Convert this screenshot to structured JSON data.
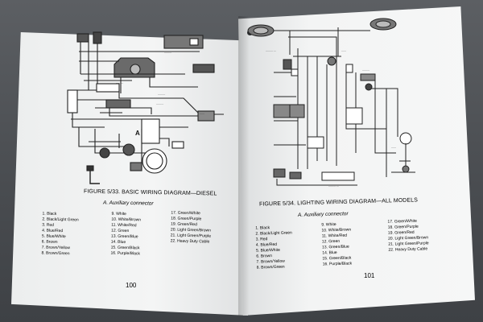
{
  "left_page": {
    "caption": "FIGURE 5/33. BASIC WIRING DIAGRAM—DIESEL",
    "connector_heading": "A.  Auxiliary connector",
    "legend_col1": [
      "1.  Black",
      "2.  Black/Light Green",
      "3.  Red",
      "4.  Blue/Red",
      "5.  Blue/White",
      "6.  Brown",
      "7.  Brown/Yellow",
      "8.  Brown/Green"
    ],
    "legend_col2": [
      "9.  White",
      "10.  White/Brown",
      "11.  White/Red",
      "12.  Green",
      "13.  Green/Blue",
      "14.  Blue",
      "15.  Green/Black",
      "16.  Purple/Black"
    ],
    "legend_col3": [
      "17.  Green/White",
      "18.  Green/Purple",
      "19.  Green/Red",
      "20.  Light Green/Brown",
      "21.  Light Green/Purple",
      "22.  Heavy Duty Cable"
    ],
    "page_number": "100"
  },
  "right_page": {
    "caption": "FIGURE 5/34. LIGHTING WIRING DIAGRAM—ALL MODELS",
    "connector_heading": "A.  Auxiliary connector",
    "legend_col1": [
      "1.  Black",
      "2.  Black/Light Green",
      "3.  Red",
      "4.  Blue/Red",
      "5.  Blue/White",
      "6.  Brown",
      "7.  Brown/Yellow",
      "8.  Brown/Green"
    ],
    "legend_col2": [
      "9.  White",
      "10.  White/Brown",
      "11.  White/Red",
      "12.  Green",
      "13.  Green/Blue",
      "14.  Blue",
      "15.  Green/Black",
      "16.  Purple/Black"
    ],
    "legend_col3": [
      "17.  Green/White",
      "18.  Green/Purple",
      "19.  Green/Red",
      "20.  Light Green/Brown",
      "21.  Light Green/Purple",
      "22.  Heavy Duty Cable"
    ],
    "page_number": "101"
  },
  "diagram_marker": "A"
}
